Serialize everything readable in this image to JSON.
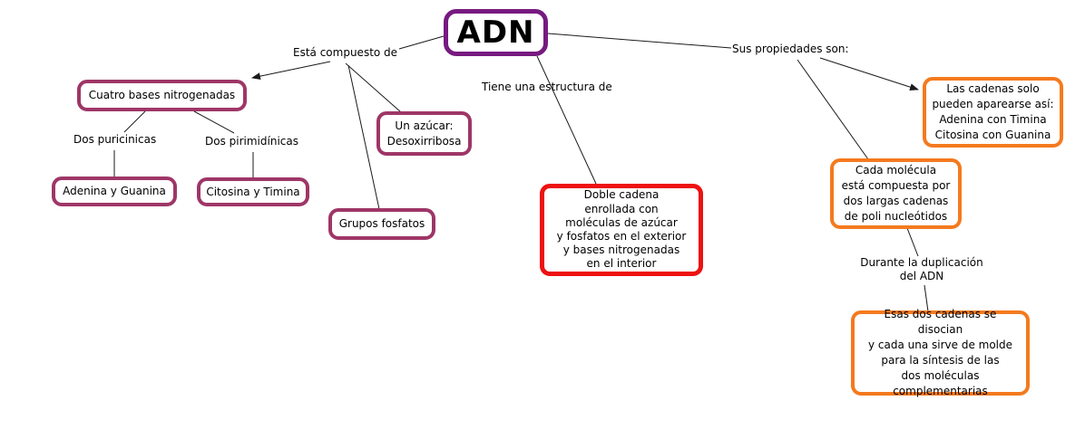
{
  "title": "ADN",
  "colors": {
    "purple": "#771a80",
    "magenta": "#9e3667",
    "red": "#ee1111",
    "orange": "#f47a1e",
    "line": "#1a1a1a",
    "background": "#ffffff"
  },
  "root": {
    "label": "ADN"
  },
  "edge_labels": {
    "esta_compuesto": "Está compuesto de",
    "tiene_estructura": "Tiene una estructura de",
    "sus_propiedades": "Sus propiedades son:",
    "dos_puricinicas": "Dos puricinicas",
    "dos_pirimidinicas": "Dos pirimidínicas",
    "durante_duplicacion": "Durante la duplicación\ndel ADN"
  },
  "nodes": {
    "cuatro_bases": "Cuatro bases nitrogenadas",
    "adenina_guanina": "Adenina y Guanina",
    "citosina_timina": "Citosina y Timina",
    "un_azucar": "Un azúcar:\nDesoxirribosa",
    "grupos_fosfatos": "Grupos fosfatos",
    "doble_cadena": "Doble cadena\nenrollada con\nmoléculas de azúcar\ny fosfatos en el exterior\ny bases nitrogenadas\nen el interior",
    "las_cadenas": "Las cadenas solo\npueden aparearse así:\nAdenina con Timina\nCitosina con Guanina",
    "cada_molecula": "Cada molécula\nestá compuesta por\ndos largas cadenas\nde poli nucleótidos",
    "esas_cadenas": "Esas dos cadenas se disocian\ny cada una sirve de molde\npara la síntesis de las\ndos moléculas\ncomplementarias"
  }
}
